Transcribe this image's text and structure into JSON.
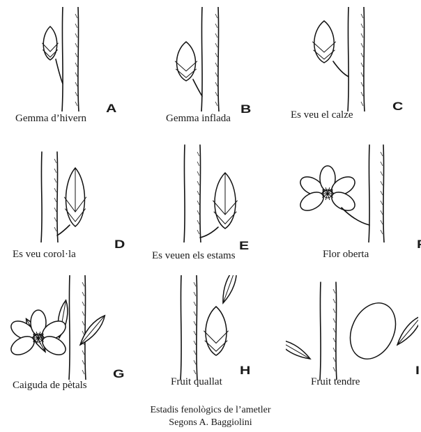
{
  "stages": [
    {
      "letter": "A",
      "caption": "Gemma d’hivern"
    },
    {
      "letter": "B",
      "caption": "Gemma inflada"
    },
    {
      "letter": "C",
      "caption": "Es veu el calze"
    },
    {
      "letter": "D",
      "caption": "Es veu corol·la"
    },
    {
      "letter": "E",
      "caption": "Es veuen els estams"
    },
    {
      "letter": "F",
      "caption": "Flor oberta"
    },
    {
      "letter": "G",
      "caption": "Caiguda de pètals"
    },
    {
      "letter": "H",
      "caption": "Fruit quallat"
    },
    {
      "letter": "I",
      "caption": "Fruit tendre"
    }
  ],
  "footer": {
    "line1": "Estadis fenològics de l’ametler",
    "line2": "Segons A. Baggiolini"
  }
}
